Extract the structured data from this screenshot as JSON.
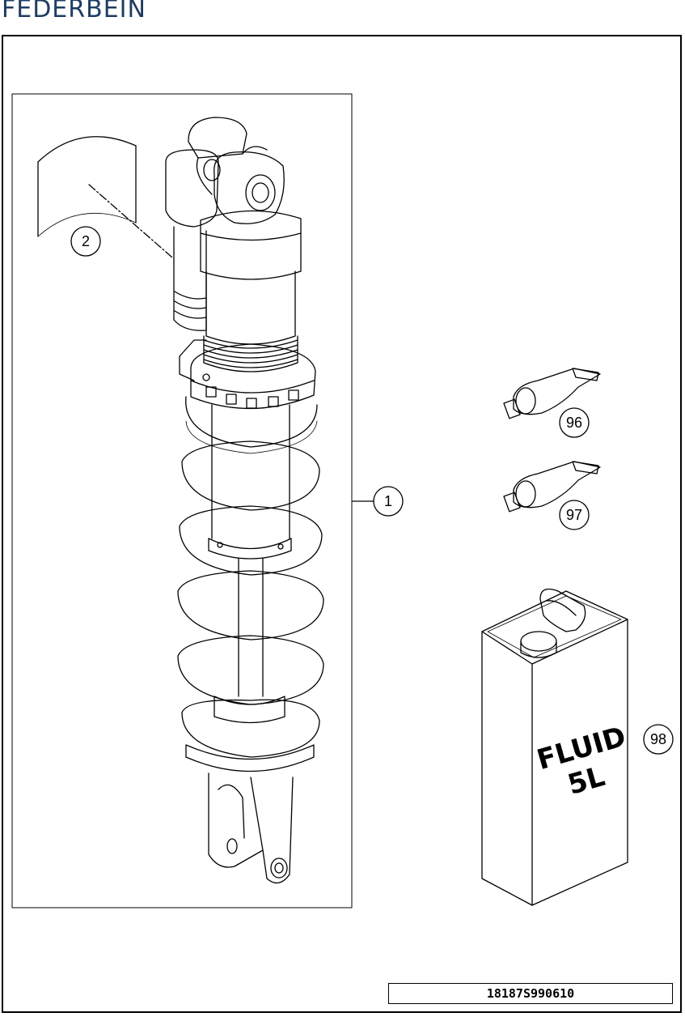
{
  "title": "FEDERBEIN",
  "callouts": [
    {
      "id": "shock-absorber",
      "number": "1"
    },
    {
      "id": "protective-film",
      "number": "2"
    },
    {
      "id": "grease-tube-a",
      "number": "96"
    },
    {
      "id": "grease-tube-b",
      "number": "97"
    },
    {
      "id": "fluid-canister",
      "number": "98"
    }
  ],
  "canister_label": {
    "line1": "FLUID",
    "line2": "5L"
  },
  "drawing_code": "18187S990610",
  "colors": {
    "title": "#1e3d63",
    "line": "#000000"
  }
}
